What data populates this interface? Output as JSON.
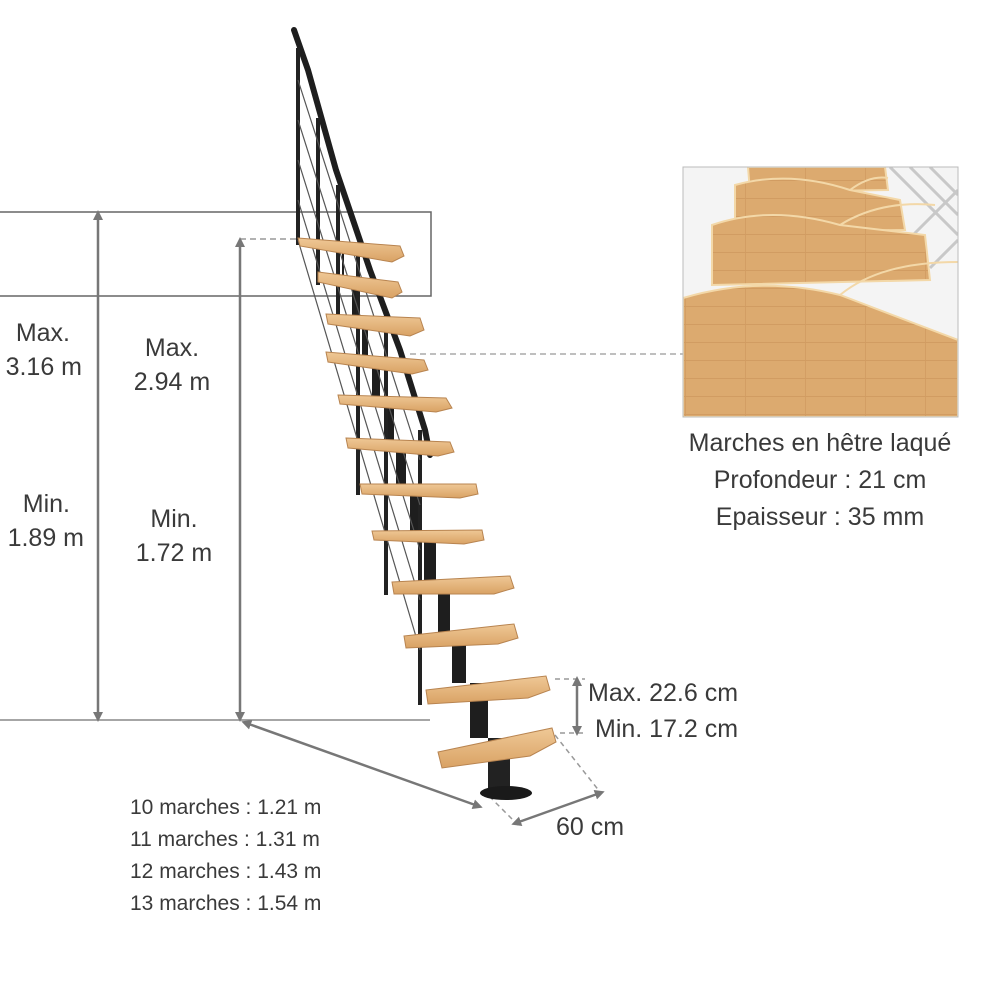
{
  "total_height": {
    "max_label": "Max.",
    "max_value": "3.16 m",
    "min_label": "Min.",
    "min_value": "1.89 m"
  },
  "floor_height": {
    "max_label": "Max.",
    "max_value": "2.94 m",
    "min_label": "Min.",
    "min_value": "1.72 m"
  },
  "riser_height": {
    "max": "Max. 22.6 cm",
    "min": "Min. 17.2 cm"
  },
  "width": {
    "value": "60 cm"
  },
  "lengths": [
    "10 marches : 1.21 m",
    "11 marches : 1.31 m",
    "12 marches : 1.43 m",
    "13 marches : 1.54 m"
  ],
  "tread_detail": {
    "line1": "Marches en hêtre laqué",
    "line2": "Profondeur : 21 cm",
    "line3": "Epaisseur : 35 mm"
  },
  "colors": {
    "dimension": "#777777",
    "frame": "#222222",
    "wood": "#e2b57f",
    "wood_dark": "#c48a4a"
  }
}
